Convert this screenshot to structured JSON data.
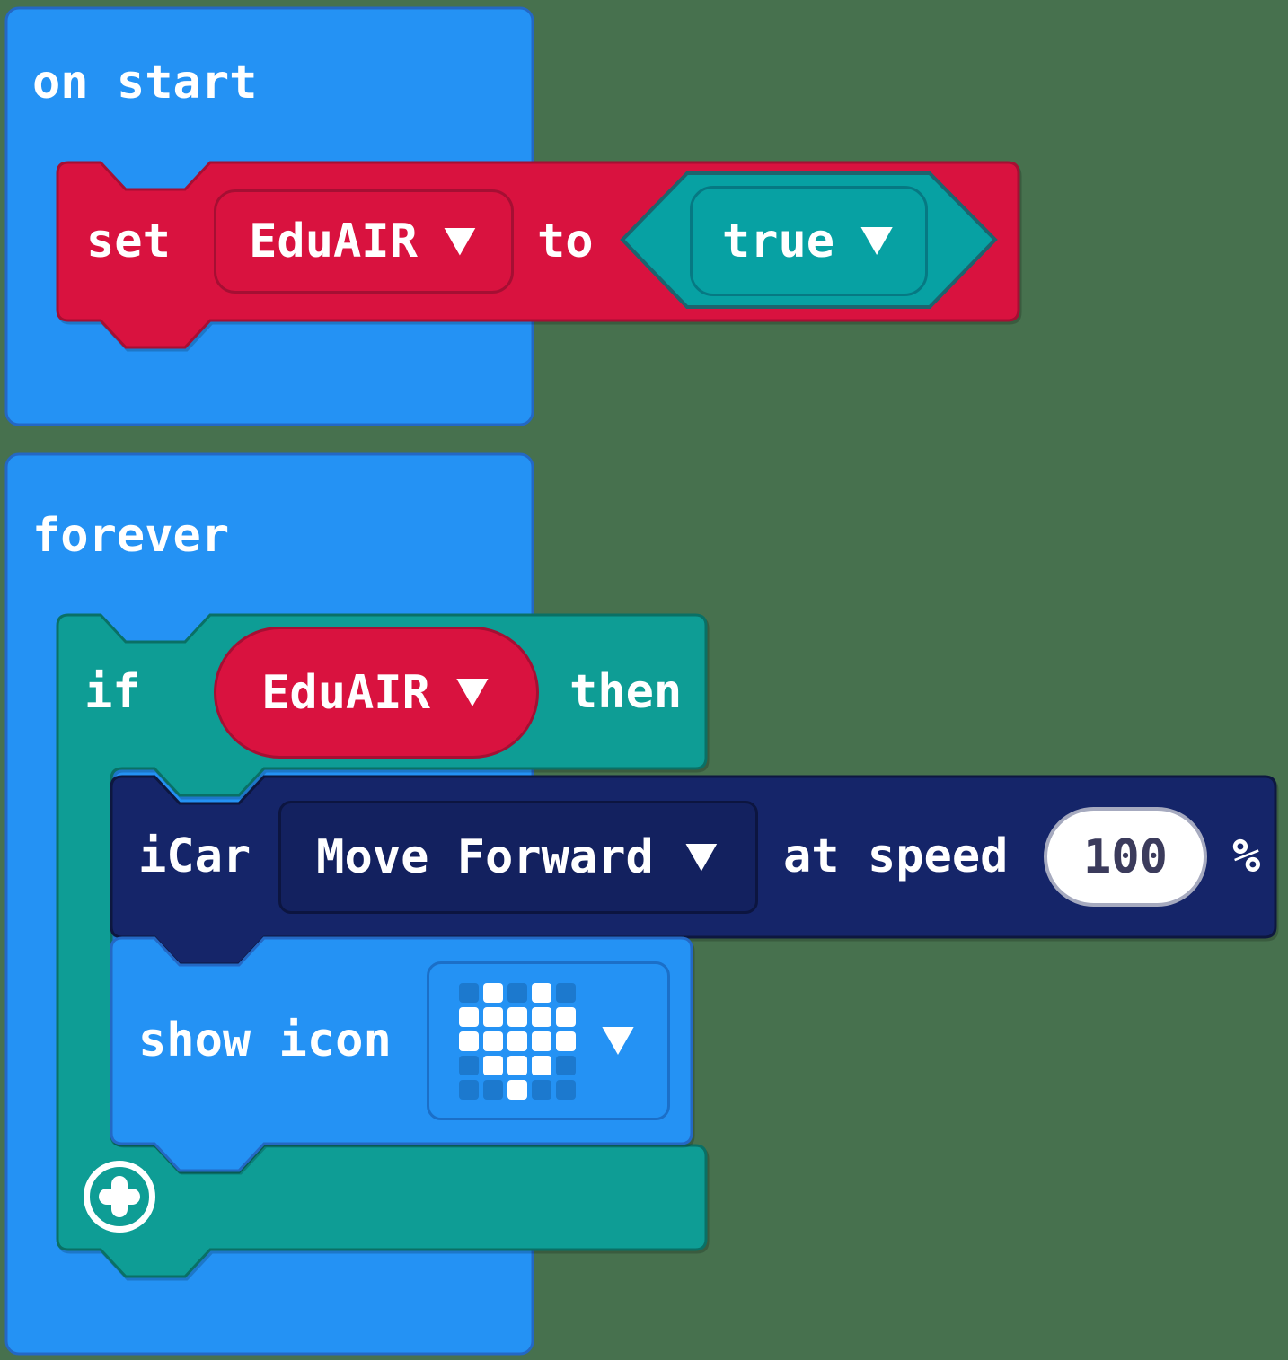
{
  "app": "block-editor-workspace",
  "background_color": "#47714E",
  "colors": {
    "basic_blue": "#2492F4",
    "basic_blue_border": "#2468C4",
    "logic_teal": "#0E9D95",
    "logic_teal_border": "#0A7065",
    "boolean_teal": "#07A1A3",
    "boolean_teal_border": "#1C646E",
    "variable_red": "#D9123F",
    "variable_red_border": "#A50F33",
    "icar_navy": "#152569",
    "icar_navy_border": "#0D173F",
    "led_unlit": "#1C79CE",
    "led_lit": "#FFFFFF",
    "number_text": "#3B3B5C"
  },
  "blocks": {
    "on_start": {
      "label": "on start"
    },
    "set_variable": {
      "keyword": "set",
      "variable": "EduAIR",
      "preposition": "to",
      "value": "true"
    },
    "forever": {
      "label": "forever"
    },
    "if_block": {
      "keyword_if": "if",
      "condition": "EduAIR",
      "keyword_then": "then"
    },
    "icar_move": {
      "prefix": "iCar",
      "direction": "Move Forward",
      "speed_label": "at speed",
      "speed_value": "100",
      "unit": "%"
    },
    "show_icon": {
      "label": "show icon",
      "icon_name": "heart-icon",
      "pattern": [
        "01010",
        "11111",
        "11111",
        "01110",
        "00100"
      ]
    }
  }
}
